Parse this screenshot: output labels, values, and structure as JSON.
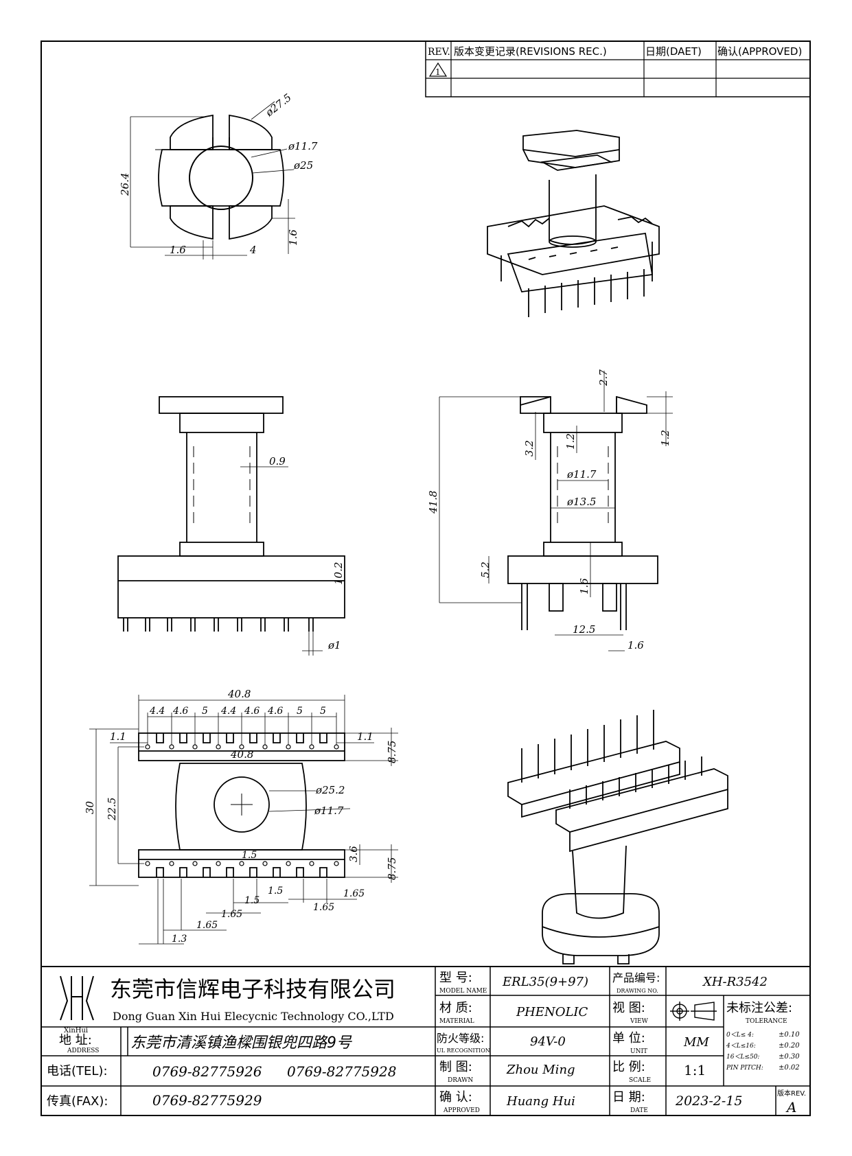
{
  "revisions_table": {
    "col_rev": "REV.",
    "col_record": "版本变更记录(REVISIONS REC.)",
    "col_date": "日期(DAET)",
    "col_approved": "确认(APPROVED)",
    "rev_mark": "1"
  },
  "dimensions": {
    "top_view": {
      "d_outer": "ø27.5",
      "d_hole": "ø11.7",
      "d_inner": "ø25",
      "height": "26.4",
      "slot_thk": "1.6",
      "bot_left": "1.6",
      "bot_right": "4"
    },
    "front_view": {
      "wall": "0.9",
      "base_h": "10.2",
      "pin_d": "ø1"
    },
    "side_view": {
      "top_gap": "2.7",
      "flange_l": "1.2",
      "flange_r": "1.2",
      "left_32": "3.2",
      "total_h": "41.8",
      "d_117": "ø11.7",
      "d_135": "ø13.5",
      "base_52": "5.2",
      "base_16": "1.6",
      "span": "12.5",
      "pin_pitch": "1.6"
    },
    "bottom_view": {
      "width": "40.8",
      "width_inner": "40.8",
      "top_seq": [
        "4.4",
        "4.6",
        "5",
        "4.4",
        "4.6",
        "4.6",
        "5",
        "5"
      ],
      "left_11": "1.1",
      "right_11": "1.1",
      "h_875_top": "8.75",
      "h_30": "30",
      "h_225": "22.5",
      "d_252": "ø25.2",
      "d_117": "ø11.7",
      "h_36": "3.6",
      "h_875_bot": "8.75",
      "b_5a": "1.5",
      "b_15a": "1.5",
      "b_15b": "1.5",
      "b_165a": "1.65",
      "b_165b": "1.65",
      "b_165c": "1.65",
      "b_165d": "1.65",
      "b_13": "1.3"
    }
  },
  "title_block": {
    "logo_text": "XinHui",
    "company_cn": "东莞市信辉电子科技有限公司",
    "company_en": "Dong Guan Xin Hui Elecycnic Technology CO.,LTD",
    "address_label_cn": "地  址:",
    "address_label_en": "ADDRESS",
    "address_value": "东莞市清溪镇渔樑围银兜四路9号",
    "tel_label": "电话(TEL):",
    "tel_1": "0769-82775926",
    "tel_2": "0769-82775928",
    "fax_label": "传真(FAX):",
    "fax_1": "0769-82775929",
    "model_label_cn": "型  号:",
    "model_label_en": "MODEL NAME",
    "model_value": "ERL35(9+97)",
    "material_label_cn": "材  质:",
    "material_label_en": "MATERIAL",
    "material_value": "PHENOLIC",
    "ul_label_cn": "防火等级:",
    "ul_label_en": "UL RECOGNITION",
    "ul_value": "94V-0",
    "drawn_label_cn": "制  图:",
    "drawn_label_en": "DRAWN",
    "drawn_value": "Zhou Ming",
    "approved_label_cn": "确  认:",
    "approved_label_en": "APPROVED",
    "approved_value": "Huang Hui",
    "drawing_no_label_cn": "产品编号:",
    "drawing_no_label_en": "DRAWING NO.",
    "drawing_no_value": "XH-R3542",
    "view_label_cn": "视  图:",
    "view_label_en": "VIEW",
    "unit_label_cn": "单  位:",
    "unit_label_en": "UNIT",
    "unit_value": "MM",
    "scale_label_cn": "比  例:",
    "scale_label_en": "SCALE",
    "scale_value": "1:1",
    "date_label_cn": "日  期:",
    "date_label_en": "DATE",
    "date_value": "2023-2-15",
    "tolerance_label_cn": "未标注公差:",
    "tolerance_label_en": "TOLERANCE",
    "tol_rows": [
      {
        "range": "0＜L≤ 4:",
        "value": "±0.10"
      },
      {
        "range": "4＜L≤16:",
        "value": "±0.20"
      },
      {
        "range": "16＜L≤50:",
        "value": "±0.30"
      },
      {
        "range": "PIN PITCH:",
        "value": "±0.02"
      }
    ],
    "revision_label": "版本REV.",
    "revision_value": "A"
  }
}
